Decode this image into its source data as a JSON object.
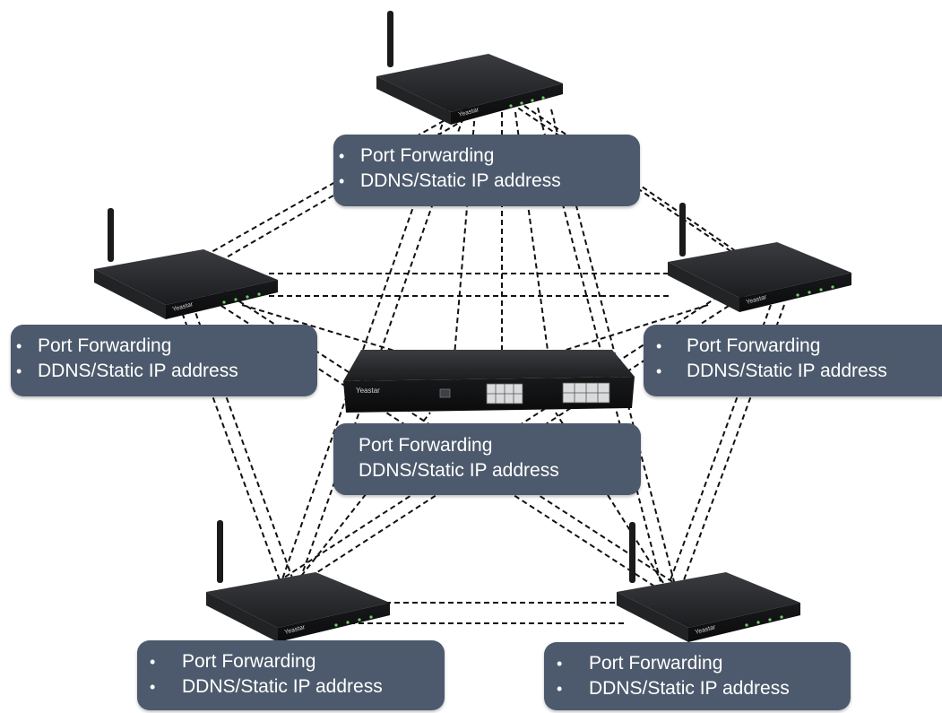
{
  "device": {
    "brand_mark": "Yeastar"
  },
  "boxes": {
    "top": {
      "items": [
        "Port Forwarding",
        "DDNS/Static IP address"
      ]
    },
    "left": {
      "items": [
        "Port Forwarding",
        "DDNS/Static IP address"
      ]
    },
    "right": {
      "items": [
        "Port Forwarding",
        "DDNS/Static IP address"
      ]
    },
    "center": {
      "items": [
        "Port Forwarding",
        "DDNS/Static IP address"
      ]
    },
    "bottom_left": {
      "items": [
        "Port Forwarding",
        "DDNS/Static IP address"
      ]
    },
    "bottom_right": {
      "items": [
        "Port Forwarding",
        "DDNS/Static IP address"
      ]
    }
  },
  "colors": {
    "panel": "#4d5a6d",
    "device_body": "#1e1f21",
    "link": "#111111"
  },
  "icons": {
    "router": "wireless-router-icon",
    "central": "rackmount-switch-icon"
  }
}
